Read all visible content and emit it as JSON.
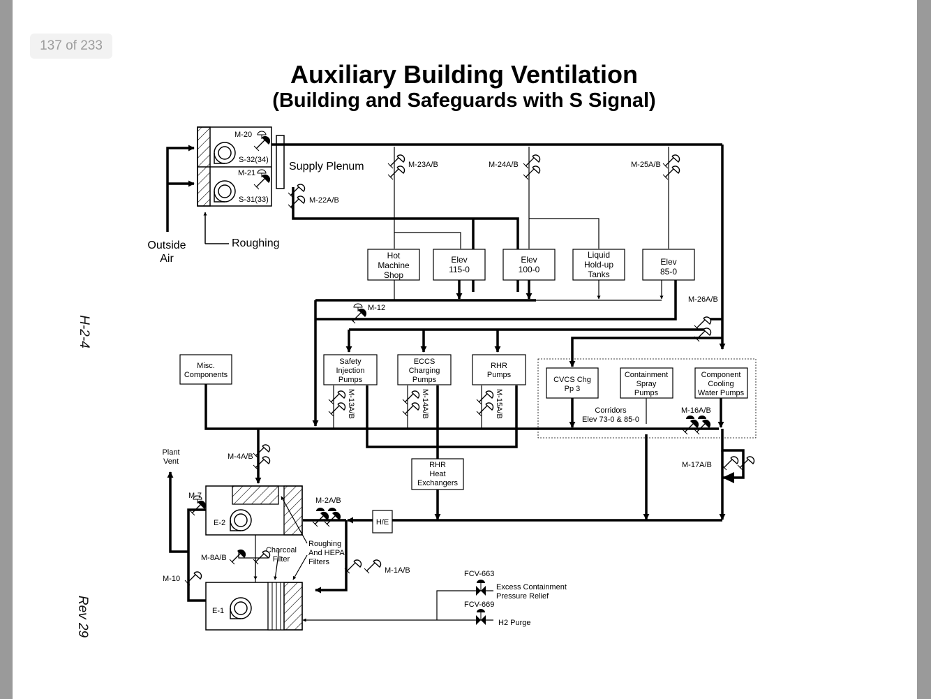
{
  "page_counter": "137 of 233",
  "title": "Auxiliary Building Ventilation",
  "subtitle": "(Building and Safeguards with S Signal)",
  "side_labels": {
    "sheet": "H-2-4",
    "revision": "Rev 29"
  },
  "inputs": {
    "outside_air": [
      "Outside",
      "Air"
    ],
    "roughing": "Roughing",
    "supply_plenum": "Supply Plenum"
  },
  "supply_fans": [
    "S-32(34)",
    "S-31(33)"
  ],
  "dampers": {
    "m20": "M-20",
    "m21": "M-21",
    "m22": "M-22A/B",
    "m23": "M-23A/B",
    "m24": "M-24A/B",
    "m25": "M-25A/B",
    "m26": "M-26A/B",
    "m12": "M-12",
    "m13": "M-13A/B",
    "m14": "M-14A/B",
    "m15": "M-15A/B",
    "m16": "M-16A/B",
    "m17": "M-17A/B",
    "m4": "M-4A/B",
    "m7": "M-7",
    "m2": "M-2A/B",
    "m8": "M-8A/B",
    "m10": "M-10",
    "m1": "M-1A/B"
  },
  "areas": {
    "hot_machine_shop": [
      "Hot",
      "Machine",
      "Shop"
    ],
    "elev_115": [
      "Elev",
      "115-0"
    ],
    "elev_100": [
      "Elev",
      "100-0"
    ],
    "liquid_holdup": [
      "Liquid",
      "Hold-up",
      "Tanks"
    ],
    "elev_85": [
      "Elev",
      "85-0"
    ],
    "misc_components": [
      "Misc.",
      "Components"
    ],
    "safety_injection": [
      "Safety",
      "Injection",
      "Pumps"
    ],
    "eccs_charging": [
      "ECCS",
      "Charging",
      "Pumps"
    ],
    "rhr_pumps": [
      "RHR",
      "Pumps"
    ],
    "cvcs_chg": [
      "CVCS Chg",
      "Pp 3"
    ],
    "containment_spray": [
      "Containment",
      "Spray",
      "Pumps"
    ],
    "component_cooling": [
      "Component",
      "Cooling",
      "Water Pumps"
    ],
    "corridors": [
      "Corridors",
      "Elev 73-0 & 85-0"
    ],
    "rhr_hx": [
      "RHR",
      "Heat",
      "Exchangers"
    ],
    "he": "H/E"
  },
  "exhaust": {
    "plant_vent": [
      "Plant",
      "Vent"
    ],
    "fans": [
      "E-2",
      "E-1"
    ],
    "charcoal_filter": [
      "Charcoal",
      "Filter"
    ],
    "roughing_hepa": [
      "Roughing",
      "And HEPA",
      "Filters"
    ]
  },
  "purge_valves": {
    "fcv663": "FCV-663",
    "excess_relief": [
      "Excess Containment",
      "Pressure Relief"
    ],
    "fcv669": "FCV-669",
    "h2_purge": "H2 Purge"
  }
}
